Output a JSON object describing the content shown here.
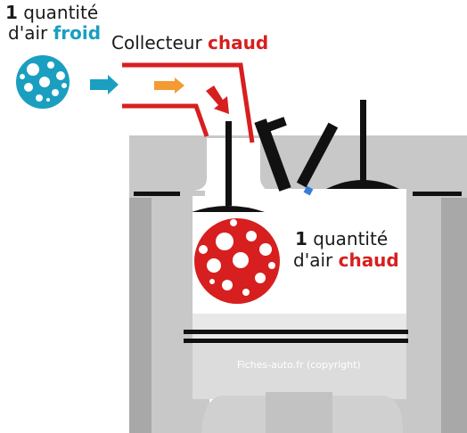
{
  "colors": {
    "cold": "#1a9fc0",
    "hot": "#d71f1f",
    "arrow_blue": "#1a9fc0",
    "arrow_orange": "#f39a33",
    "block_gray": "#c8c8c8",
    "dark_gray": "#a8a8a8",
    "cylinder_light": "#e8e8e8",
    "valve": "#111111"
  },
  "icons": {
    "cold_air": "air-bubble-ball-icon",
    "hot_air": "air-bubble-ball-icon",
    "inflow_arrows": "arrow-right-icon",
    "heat_arrow": "arrow-down-right-icon"
  },
  "labels": {
    "cold_air": {
      "num": "1",
      "word1": "quantité",
      "prefix": "d'air",
      "word2": "froid"
    },
    "manifold": {
      "text": "Collecteur",
      "word": "chaud"
    },
    "hot_air": {
      "num": "1",
      "word1": "quantité",
      "prefix": "d'air",
      "word2": "chaud"
    },
    "copyright": "Fiches-auto.fr (copyright)"
  }
}
